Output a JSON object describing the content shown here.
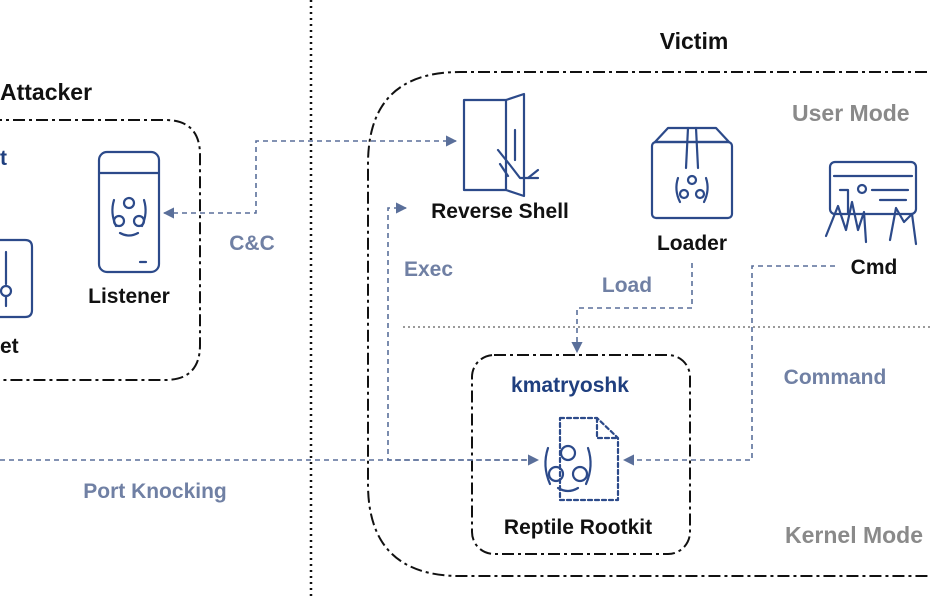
{
  "diagram": {
    "sections": {
      "attacker_title": "Attacker",
      "victim_title": "Victim",
      "user_mode": "User Mode",
      "kernel_mode": "Kernel Mode"
    },
    "components": {
      "left_partial_top": "t",
      "left_partial_bottom": "et",
      "listener": "Listener",
      "reverse_shell": "Reverse Shell",
      "loader": "Loader",
      "cmd": "Cmd",
      "kmatryoshk": "kmatryoshk",
      "reptile_rootkit": "Reptile Rootkit"
    },
    "edges": {
      "cc": "C&C",
      "exec": "Exec",
      "load": "Load",
      "command": "Command",
      "port_knocking": "Port Knocking"
    },
    "colors": {
      "dark_blue": "#1f3f7f",
      "icon_blue": "#2c4a8a",
      "arrow_slate": "#5a6f9a",
      "label_slate": "#7080a4",
      "mode_gray": "#8a8a8a"
    }
  }
}
